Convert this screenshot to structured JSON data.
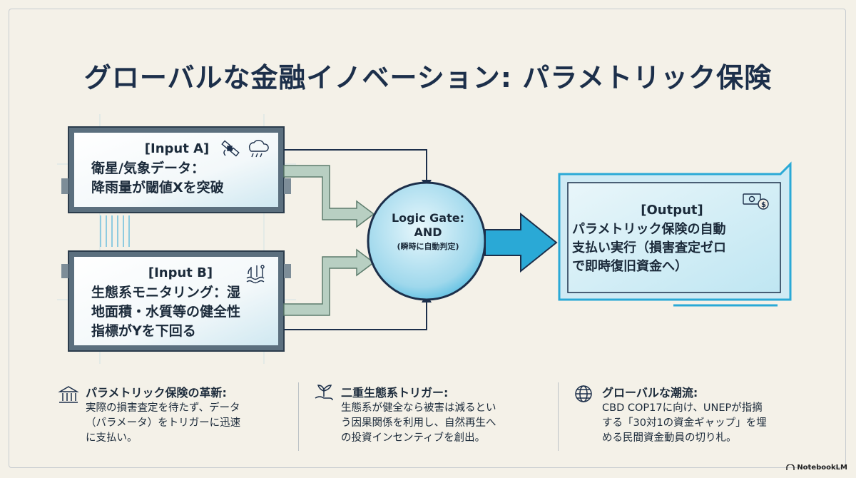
{
  "title": "グローバルな金融イノベーション: パラメトリック保険",
  "input_a": {
    "heading": "[Input A]",
    "lines": [
      "衛星/気象データ：",
      "降雨量が閾値Xを突破"
    ],
    "icons": [
      "satellite-icon",
      "rain-cloud-icon"
    ]
  },
  "input_b": {
    "heading": "[Input B]",
    "lines": [
      "生態系モニタリング：湿",
      "地面積・水質等の健全性",
      "指標がYを下回る"
    ],
    "icons": [
      "wetland-icon"
    ]
  },
  "gate": {
    "line1": "Logic Gate:",
    "line2": "AND",
    "line3": "(瞬時に自動判定)"
  },
  "output": {
    "heading": "[Output]",
    "lines": [
      "パラメトリック保険の自動",
      "支払い実行（損害査定ゼロ",
      "で即時復旧資金へ）"
    ],
    "icons": [
      "money-icon"
    ]
  },
  "notes": [
    {
      "icon": "bank-icon",
      "heading": "パラメトリック保険の革新:",
      "lines": [
        "実際の損害査定を待たず、データ",
        "（パラメータ）をトリガーに迅速",
        "に支払い。"
      ]
    },
    {
      "icon": "sprout-hand-icon",
      "heading": "二重生態系トリガー:",
      "lines": [
        "生態系が健全なら被害は減るとい",
        "う因果関係を利用し、自然再生へ",
        "の投資インセンティブを創出。"
      ]
    },
    {
      "icon": "globe-icon",
      "heading": "グローバルな潮流:",
      "lines": [
        "CBD COP17に向け、UNEPが指摘",
        "する「30対1の資金ギャップ」を埋",
        "める民間資金動員の切り札。"
      ]
    }
  ],
  "brand": "NotebookLM",
  "colors": {
    "navy": "#1c2f4a",
    "cyan": "#2aa9d6",
    "box_fill": "#d9eef6",
    "arrow_green": "#a9c4b4"
  }
}
